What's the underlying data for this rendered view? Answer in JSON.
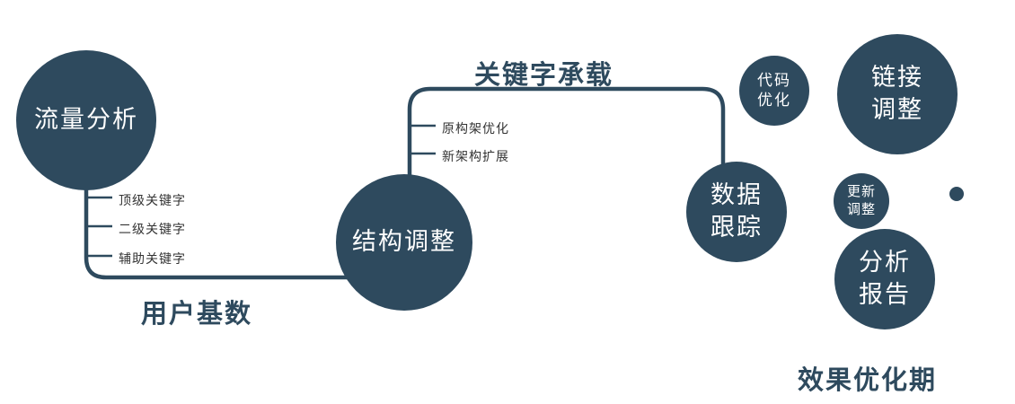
{
  "colors": {
    "primary": "#2e4a5e",
    "tick_text": "#333333",
    "background": "#ffffff"
  },
  "nodes": {
    "traffic_analysis": {
      "label": "流量分析"
    },
    "structure_adjust": {
      "label": "结构调整"
    },
    "data_tracking": {
      "label": "数据\n跟踪"
    },
    "code_optimize": {
      "label": "代码\n优化"
    },
    "link_adjust": {
      "label": "链接\n调整"
    },
    "update_adjust": {
      "label": "更新\n调整"
    },
    "analysis_report": {
      "label": "分析\n报告"
    }
  },
  "edge_labels": {
    "user_base": "用户基数",
    "keyword_bearing": "关键字承载",
    "effect_phase": "效果优化期"
  },
  "ticks": {
    "traffic": [
      "顶级关键字",
      "二级关键字",
      "辅助关键字"
    ],
    "structure": [
      "原构架优化",
      "新架构扩展"
    ]
  }
}
